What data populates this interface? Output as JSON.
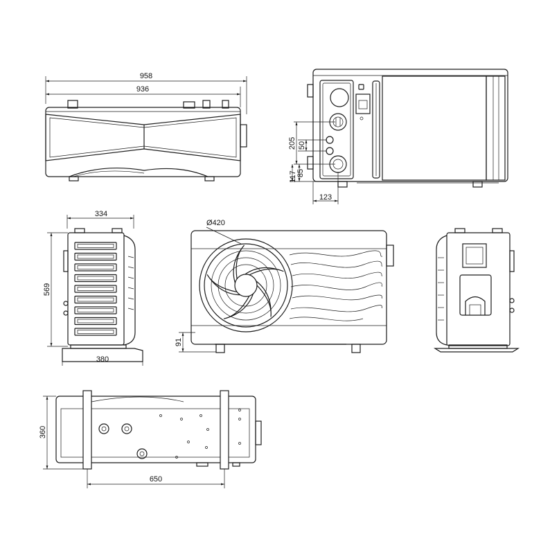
{
  "dimensions": {
    "top_total_width": "958",
    "top_inner_width": "936",
    "side_205": "205",
    "side_50": "50",
    "side_117": "117",
    "side_85": "85",
    "side_123": "123",
    "front_width": "334",
    "front_height": "569",
    "front_base": "380",
    "fan_diameter": "Ø420",
    "foot_height": "91",
    "bottom_depth": "360",
    "bottom_span": "650"
  }
}
